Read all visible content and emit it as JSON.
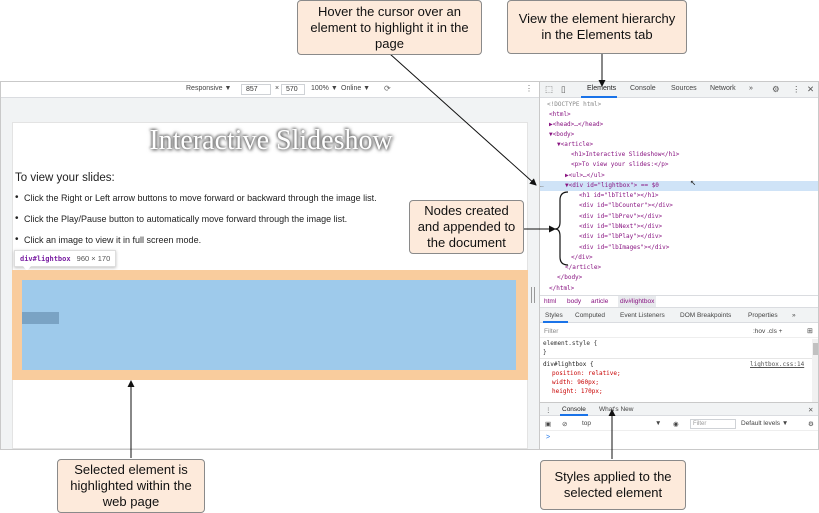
{
  "device_toolbar": {
    "mode": "Responsive ▼",
    "width": "857",
    "times": "×",
    "height": "570",
    "zoom": "100% ▼",
    "network": "Online ▼"
  },
  "page": {
    "heading": "Interactive Slideshow",
    "intro": "To view your slides:",
    "list": [
      "Click the Right or Left arrow buttons to move forward or backward through the image list.",
      "Click the Play/Pause button to automatically move forward through the image list.",
      "Click an image to view it in full screen mode."
    ],
    "tooltip_selector": "div#lightbox",
    "tooltip_size": "960 × 170"
  },
  "devtools": {
    "tabs": [
      "Elements",
      "Console",
      "Sources",
      "Network",
      "»"
    ],
    "dom": [
      "<!DOCTYPE html>",
      "<html>",
      "▶<head>…</head>",
      "▼<body>",
      "▼<article>",
      "<h1>Interactive Slideshow</h1>",
      "<p>To view your slides:</p>",
      "▶<ul>…</ul>",
      "▼<div id=\"lightbox\"> == $0",
      "<h1 id=\"lbTitle\"></h1>",
      "<div id=\"lbCounter\"></div>",
      "<div id=\"lbPrev\"></div>",
      "<div id=\"lbNext\"></div>",
      "<div id=\"lbPlay\"></div>",
      "<div id=\"lbImages\"></div>",
      "</div>",
      "</article>",
      "</body>",
      "</html>"
    ],
    "breadcrumbs": [
      "html",
      "body",
      "article",
      "div#lightbox"
    ],
    "styles_tabs": [
      "Styles",
      "Computed",
      "Event Listeners",
      "DOM Breakpoints",
      "Properties",
      "»"
    ],
    "filter_placeholder": "Filter",
    "filter_tools": ":hov  .cls  +",
    "element_style": "element.style {",
    "element_style_close": "}",
    "rule_selector": "div#lightbox {",
    "rule_source": "lightbox.css:14",
    "rule_props": [
      "position: relative;",
      "width: 960px;",
      "height: 170px;"
    ],
    "drawer_tabs": [
      "Console",
      "What's New"
    ],
    "console_context": "top",
    "console_filter": "Filter",
    "console_levels": "Default levels ▼",
    "console_prompt": ">"
  },
  "callouts": {
    "hover": "Hover the cursor over an element to highlight it in the page",
    "hierarchy": "View the element hierarchy in the Elements tab",
    "nodes": "Nodes created and appended to the document",
    "selected": "Selected element is highlighted within the web page",
    "styles": "Styles applied to the selected element"
  },
  "colors": {
    "highlight_margin": "#f9cc9d",
    "highlight_content": "#9ecaeb",
    "callout_fill": "#fdeadb",
    "selected_node": "#cfe3f7",
    "accent": "#1a73e8"
  }
}
